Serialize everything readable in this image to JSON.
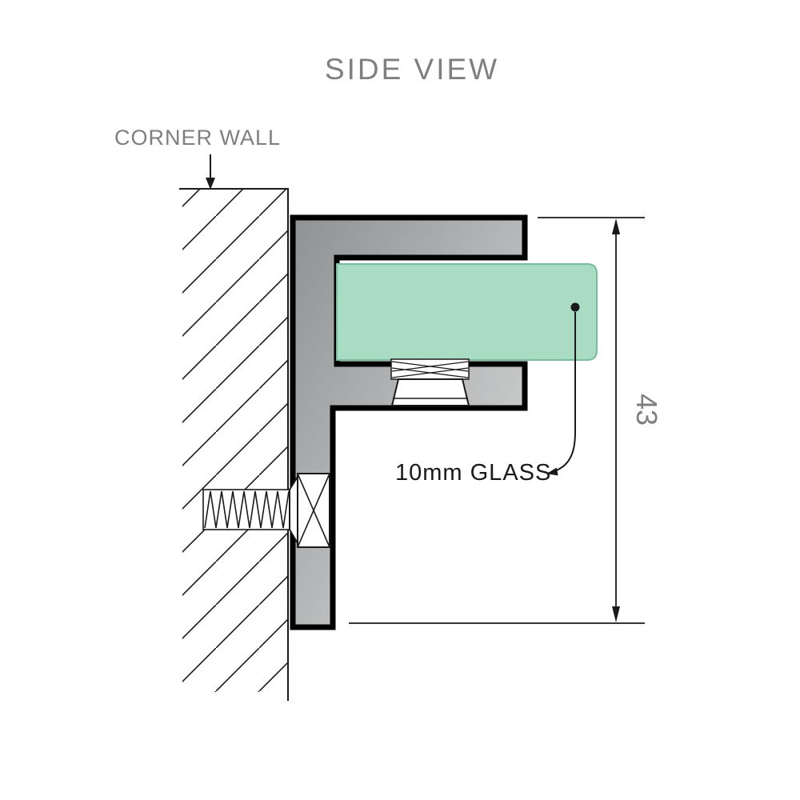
{
  "title": "SIDE VIEW",
  "labels": {
    "corner_wall": "CORNER WALL",
    "glass": "10mm GLASS",
    "dimension_value": "43"
  },
  "colors": {
    "label_gray": "#7d7f81",
    "diagram_black": "#1a1a1a",
    "glass_fill": "#a9dcc3",
    "glass_edge": "#79bb9b",
    "bracket_dark": "#8f9193",
    "bracket_light": "#dddddd",
    "background": "#ffffff"
  }
}
